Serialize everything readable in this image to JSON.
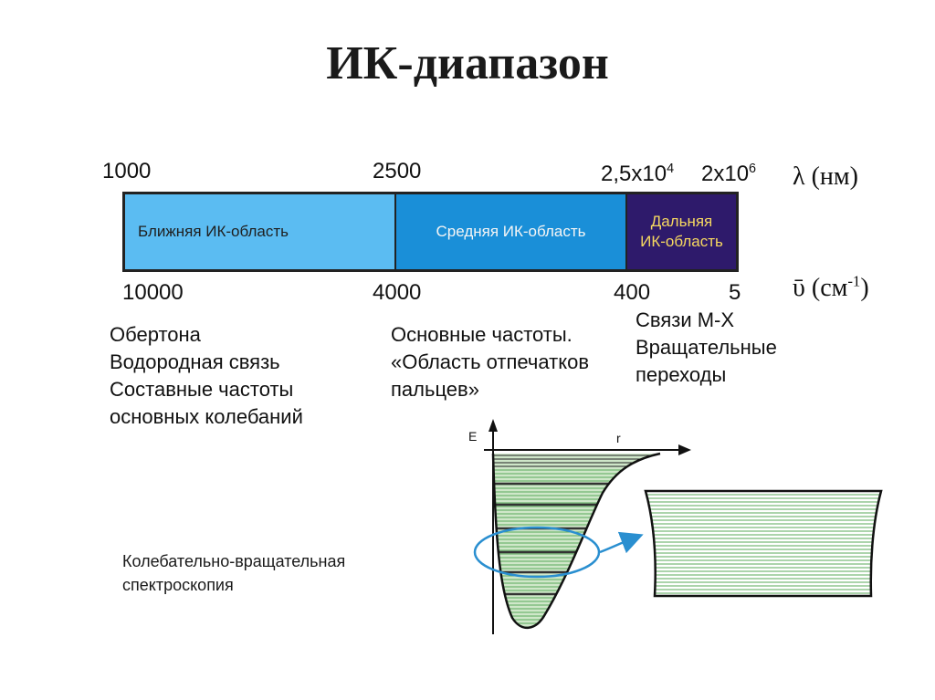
{
  "title": "ИК-диапазон",
  "wavelength": {
    "ticks": [
      {
        "base": "1000",
        "exp": ""
      },
      {
        "base": "2500",
        "exp": ""
      },
      {
        "base": "2,5x10",
        "exp": "4"
      },
      {
        "base": "2x10",
        "exp": "6"
      }
    ],
    "unit": "λ (нм)"
  },
  "wavenumber": {
    "ticks": [
      "10000",
      "4000",
      "400",
      "5"
    ],
    "unit_base": "ῡ (см",
    "unit_exp": "-1",
    "unit_close": ")"
  },
  "bands": {
    "near": "Ближняя ИК-область",
    "mid": "Средняя ИК-область",
    "far_line1": "Дальняя",
    "far_line2": "ИК-область"
  },
  "colors": {
    "near": "#5bbcf2",
    "mid": "#1a8fd8",
    "far": "#2e1a6b",
    "far_text": "#f6d860",
    "ellipse": "#2a8fd0",
    "levels_green": "#5aa85a"
  },
  "descriptions": {
    "near": [
      "Обертона",
      "Водородная связь",
      "Составные частоты",
      "основных колебаний"
    ],
    "mid": [
      "Основные частоты.",
      "«Область отпечатков",
      "пальцев»"
    ],
    "far": [
      "Связи М-Х",
      "Вращательные",
      "переходы"
    ]
  },
  "diagram": {
    "axis_y": "E",
    "axis_x": "r",
    "caption": [
      "Колебательно-вращательная",
      "спектроскопия"
    ]
  }
}
